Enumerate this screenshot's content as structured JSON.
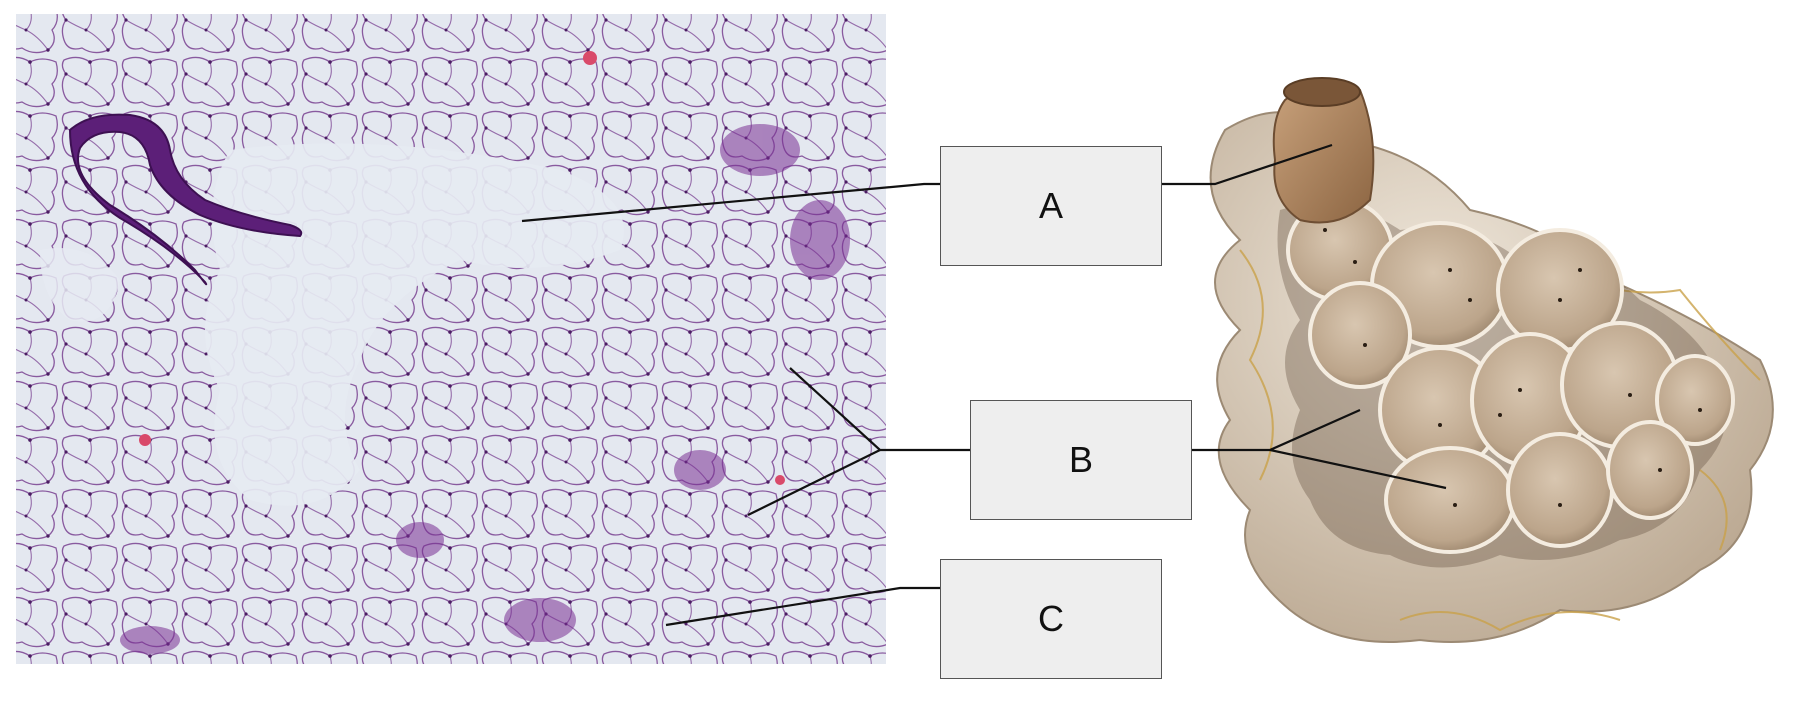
{
  "labels": {
    "a": "A",
    "b": "B",
    "c": "C"
  },
  "colors": {
    "tissue_background": "#e4e8f0",
    "tissue_stain": "#6a2a84",
    "leader_line": "#111111",
    "box_fill": "#eeeeee",
    "box_border": "#555555",
    "alveoli_fill": "#c7b29a",
    "alveoli_outer": "#d9cbb8",
    "bronchiole": "#a9825f",
    "capillary": "#c9a14a"
  },
  "illustrations": {
    "left": "lung-tissue-micrograph",
    "right": "alveolar-sac-illustration"
  }
}
